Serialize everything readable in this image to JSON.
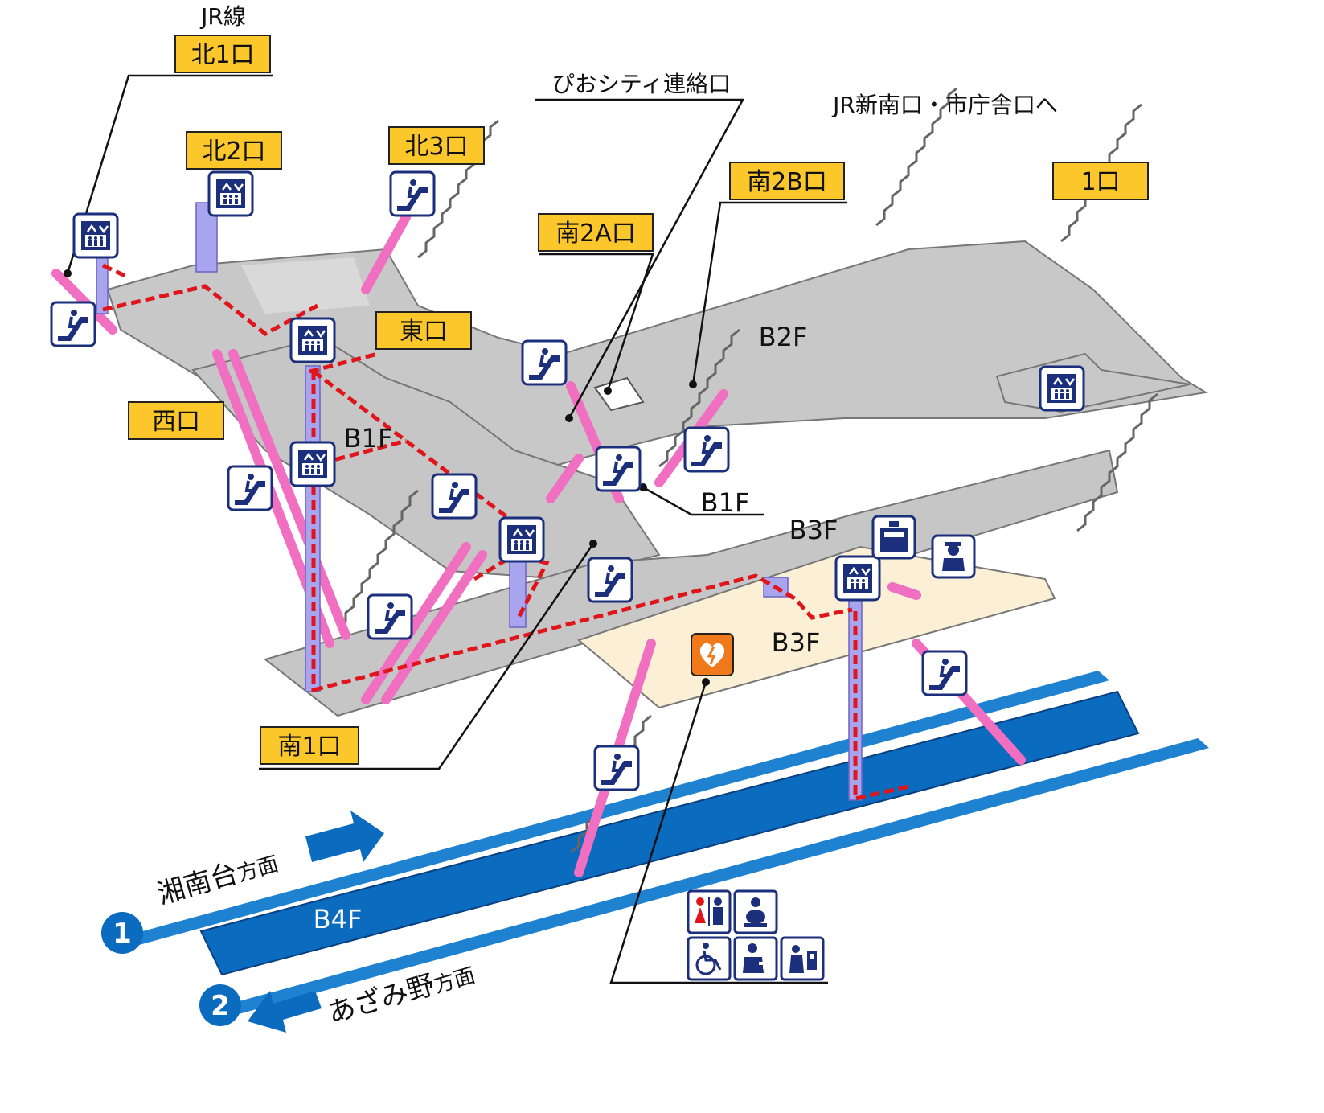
{
  "map": {
    "exits": {
      "north1": "北1口",
      "north2": "北2口",
      "north3": "北3口",
      "east": "東口",
      "west": "西口",
      "south1": "南1口",
      "south2a": "南2A口",
      "south2b": "南2B口",
      "exit1": "1口"
    },
    "labels": {
      "jr_line": "JR線",
      "pio_city": "ぴおシティ連絡口",
      "jr_new_south": "JR新南口・市庁舎口へ"
    },
    "floors": {
      "b1f_west": "B1F",
      "b1f_east": "B1F",
      "b2f": "B2F",
      "b3f_upper": "B3F",
      "b3f_lower": "B3F",
      "b4f": "B4F"
    },
    "directions": {
      "track1_dest": "湘南台",
      "track1_suffix": "方面",
      "track2_dest": "あざみ野",
      "track2_suffix": "方面",
      "track1_num": "1",
      "track2_num": "2"
    },
    "colors": {
      "exit_fill": "#fcc72b",
      "floor_gray": "#c8c8c8",
      "concourse_beige": "#fbf0d6",
      "platform_blue": "#0a6bbf",
      "track_line": "#1f82d0",
      "escalator_pink": "#f06fc0",
      "elevator_purple": "#a9a4ee",
      "route_red": "#e0151b",
      "icon_navy": "#1b2f7c"
    },
    "icons": [
      "elevator-icon",
      "escalator-icon",
      "aed-icon",
      "coin-locker-icon",
      "station-staff-icon",
      "restroom-icon",
      "baby-care-icon",
      "wheelchair-icon",
      "first-aid-icon",
      "ostomate-icon"
    ]
  }
}
